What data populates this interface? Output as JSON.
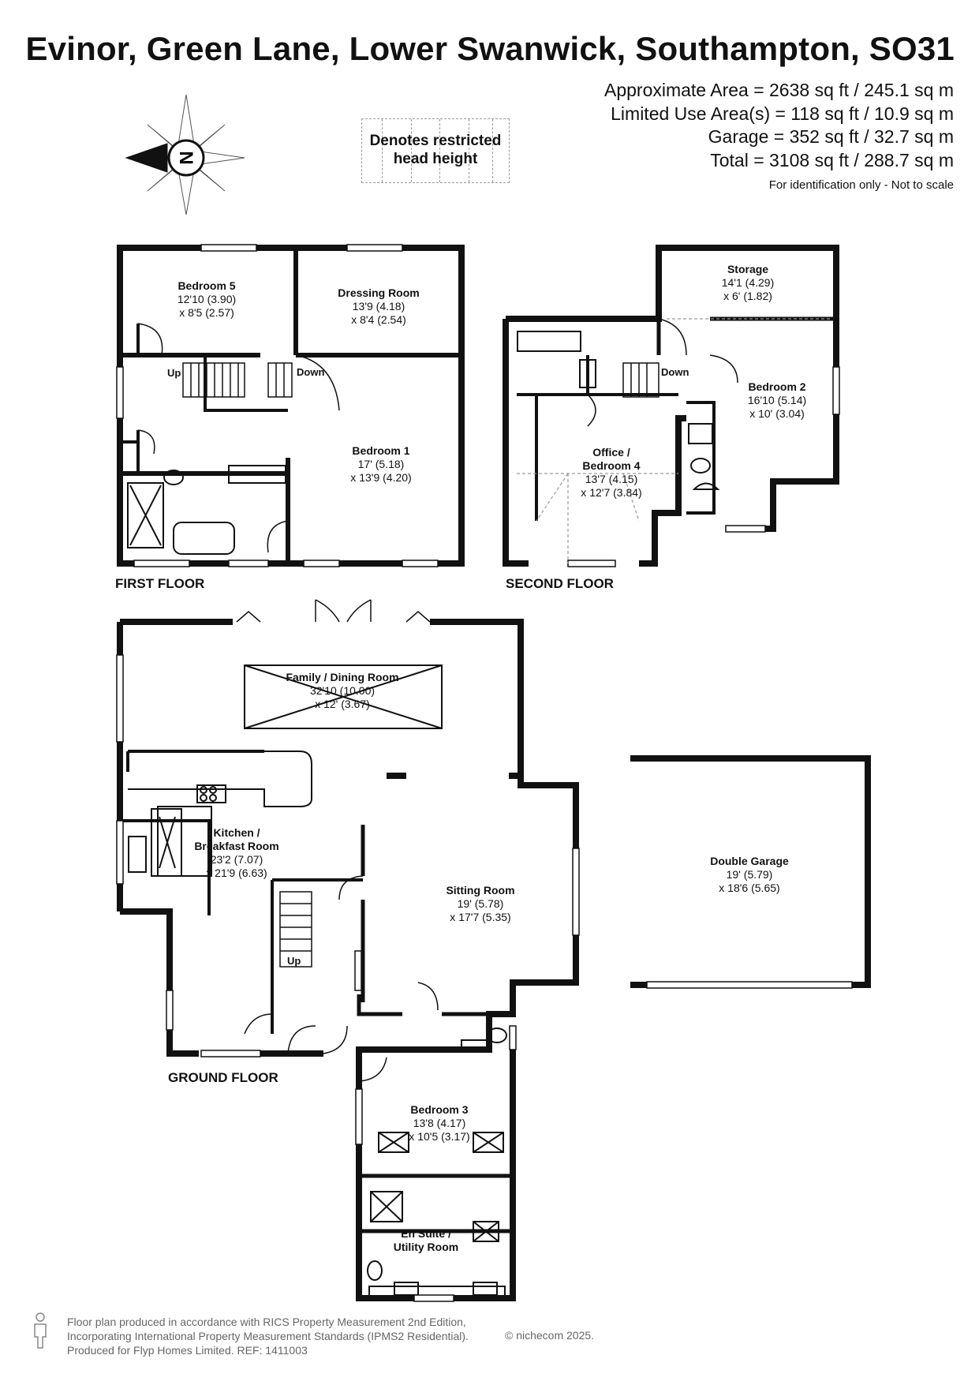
{
  "title": "Evinor, Green Lane, Lower Swanwick, Southampton, SO31",
  "areas": [
    "Approximate Area = 2638 sq ft / 245.1 sq m",
    "Limited Use Area(s) = 118 sq ft / 10.9 sq m",
    "Garage = 352 sq ft / 32.7 sq m",
    "Total = 3108 sq ft / 288.7 sq m"
  ],
  "scale_note": "For identification only - Not to scale",
  "compass_letter": "N",
  "restricted_legend": {
    "line1": "Denotes restricted",
    "line2": "head height"
  },
  "floors": {
    "first": "FIRST FLOOR",
    "second": "SECOND FLOOR",
    "ground": "GROUND FLOOR"
  },
  "stairs": {
    "first_up": "Up",
    "first_down": "Down",
    "second_down": "Down",
    "ground_up": "Up"
  },
  "rooms": {
    "bedroom5": {
      "name": "Bedroom 5",
      "dim1": "12'10 (3.90)",
      "dim2": "x 8'5 (2.57)"
    },
    "dressing": {
      "name": "Dressing Room",
      "dim1": "13'9 (4.18)",
      "dim2": "x 8'4 (2.54)"
    },
    "bedroom1": {
      "name": "Bedroom 1",
      "dim1": "17' (5.18)",
      "dim2": "x 13'9 (4.20)"
    },
    "storage": {
      "name": "Storage",
      "dim1": "14'1 (4.29)",
      "dim2": "x 6' (1.82)"
    },
    "bedroom2": {
      "name": "Bedroom 2",
      "dim1": "16'10 (5.14)",
      "dim2": "x 10' (3.04)"
    },
    "office": {
      "name": "Office /",
      "name2": "Bedroom 4",
      "dim1": "13'7 (4.15)",
      "dim2": "x 12'7 (3.84)"
    },
    "family": {
      "name": "Family / Dining Room",
      "dim1": "32'10 (10.00)",
      "dim2": "x 12' (3.67)"
    },
    "kitchen": {
      "name": "Kitchen /",
      "name2": "Breakfast Room",
      "dim1": "23'2 (7.07)",
      "dim2": "x 21'9 (6.63)"
    },
    "sitting": {
      "name": "Sitting Room",
      "dim1": "19' (5.78)",
      "dim2": "x 17'7 (5.35)"
    },
    "garage": {
      "name": "Double Garage",
      "dim1": "19' (5.79)",
      "dim2": "x 18'6 (5.65)"
    },
    "bedroom3": {
      "name": "Bedroom 3",
      "dim1": "13'8 (4.17)",
      "dim2": "x 10'5 (3.17)"
    },
    "ensuite": {
      "name": "En Suite /",
      "name2": "Utility Room"
    }
  },
  "footer": [
    "Floor plan produced in accordance with RICS Property Measurement 2nd Edition,",
    "Incorporating International Property Measurement Standards (IPMS2 Residential).",
    "Produced for Flyp Homes Limited.   REF: 1411003"
  ],
  "copyright": "© nichecom 2025.",
  "colors": {
    "wall": "#111111",
    "restricted": "#9a9a9a",
    "footer_text": "#666666"
  }
}
